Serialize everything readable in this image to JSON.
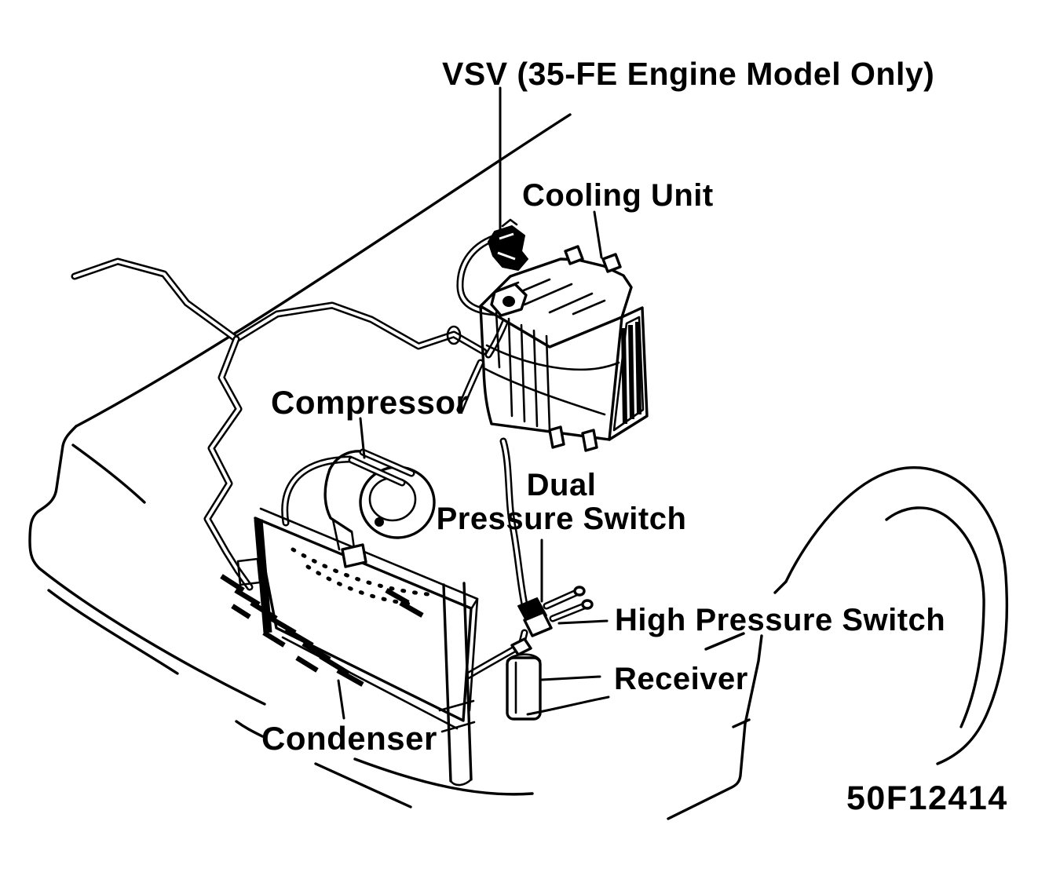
{
  "figure": {
    "code": "50F12414"
  },
  "labels": {
    "vsv": "VSV (35-FE Engine Model Only)",
    "cooling_unit": "Cooling Unit",
    "compressor": "Compressor",
    "dual_pressure_switch": {
      "line1": "Dual",
      "line2": "Pressure Switch"
    },
    "high_pressure_switch": "High Pressure Switch",
    "receiver": "Receiver",
    "condenser": "Condenser"
  },
  "colors": {
    "ink": "#000000",
    "paper": "#ffffff"
  }
}
